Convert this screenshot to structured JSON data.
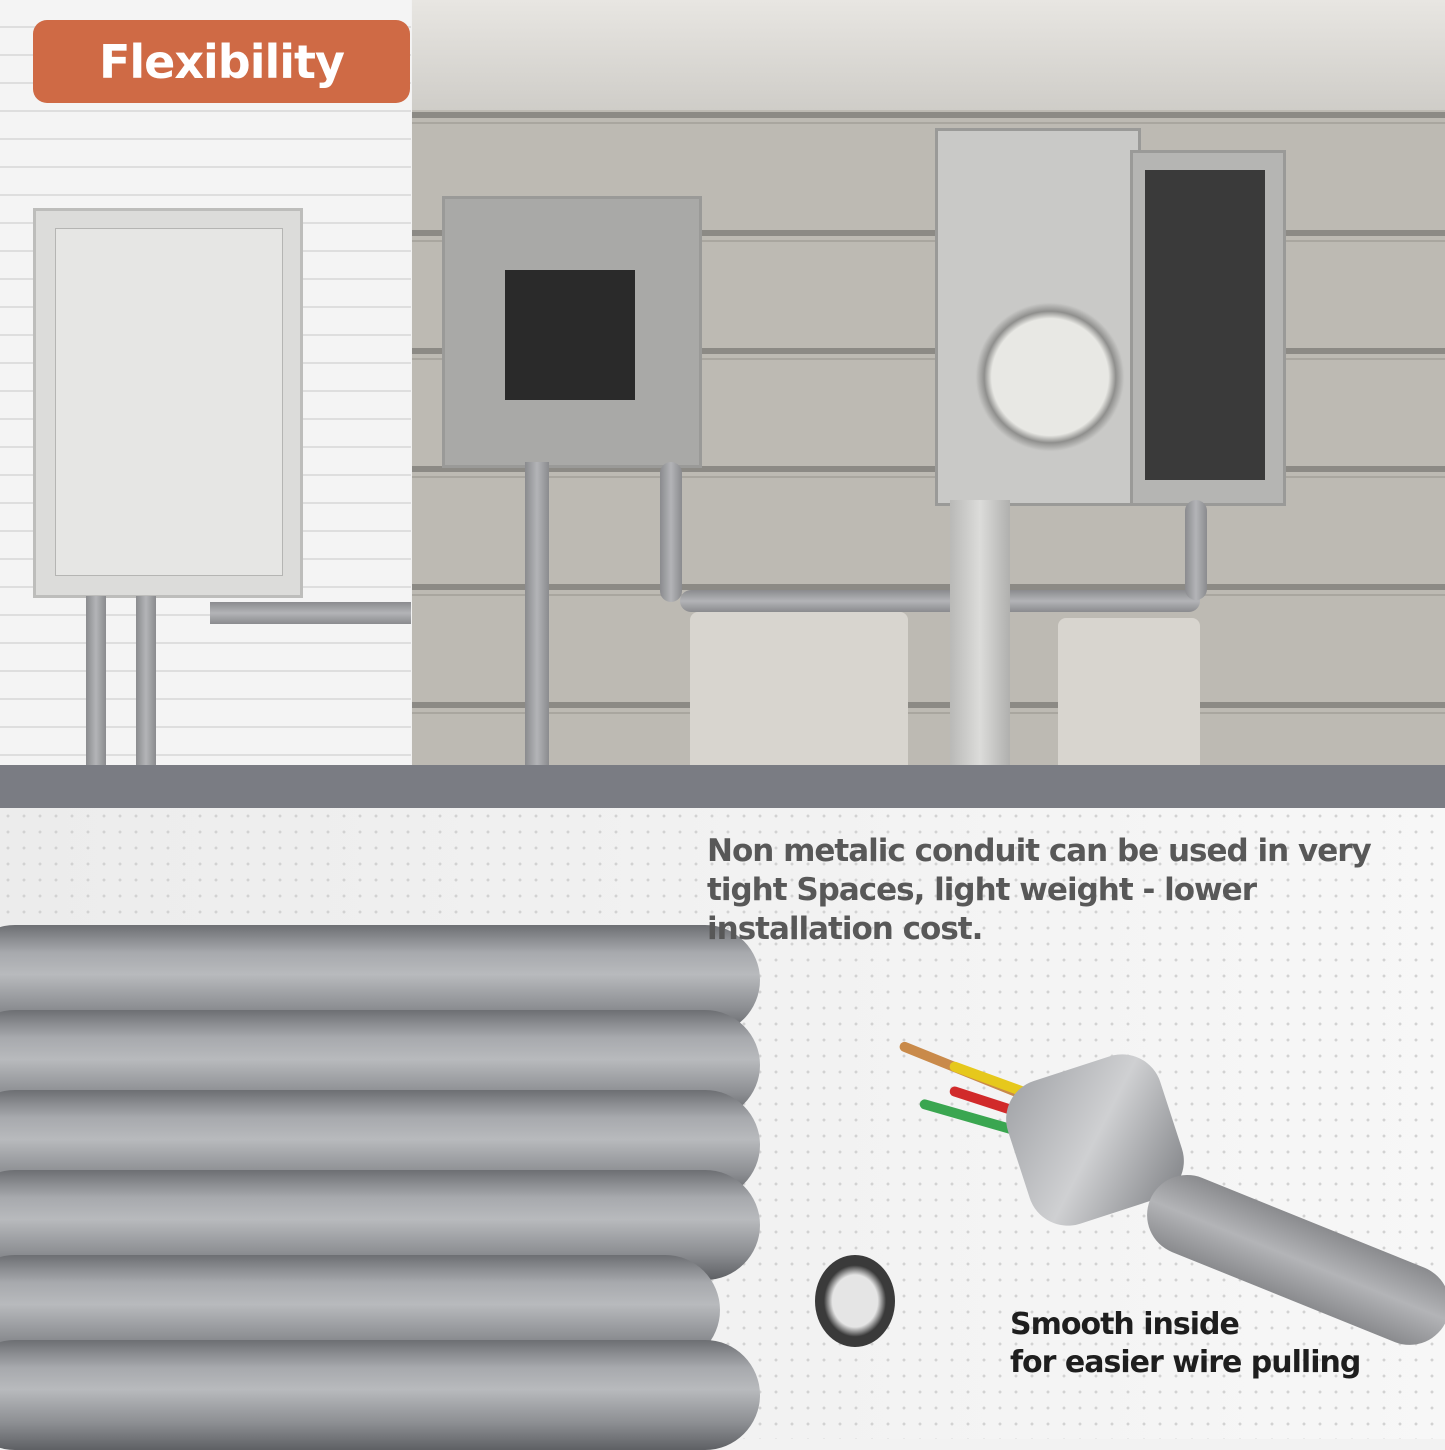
{
  "badge": {
    "label": "Flexibility",
    "color": "#cf6a45"
  },
  "headline": "Non metalic conduit can be used in very tight Spaces, light weight - lower installation cost.",
  "caption": {
    "line1": "Smooth inside",
    "line2": "for easier wire pulling"
  },
  "colors": {
    "band": "#7a7c83",
    "headline_text": "#585858",
    "caption_text": "#1e1e1e"
  }
}
